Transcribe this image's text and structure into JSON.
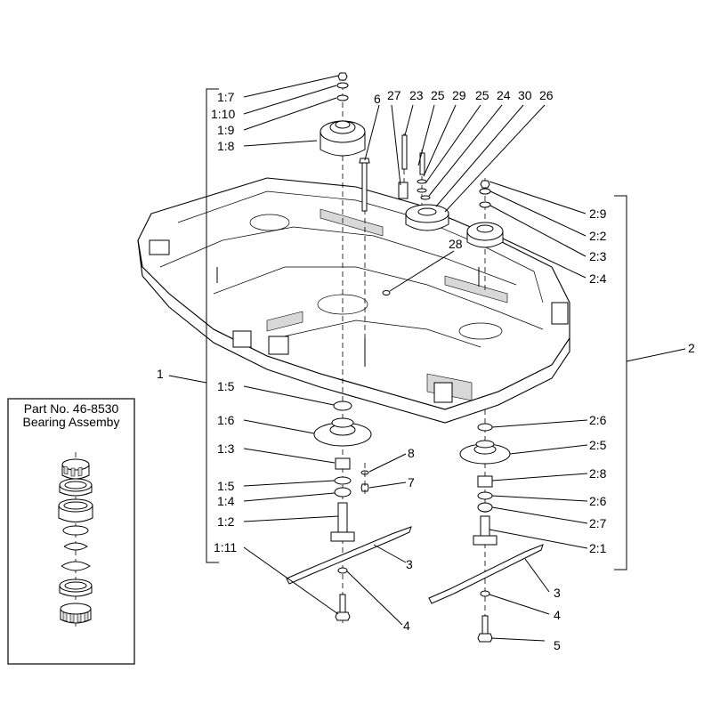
{
  "inset": {
    "title_line1": "Part No. 46-8530",
    "title_line2": "Bearing Assemby"
  },
  "labels": {
    "l_1_7": "1:7",
    "l_1_10": "1:10",
    "l_1_9": "1:9",
    "l_1_8": "1:8",
    "l_6": "6",
    "l_27": "27",
    "l_23": "23",
    "l_25a": "25",
    "l_29": "29",
    "l_25b": "25",
    "l_24": "24",
    "l_30": "30",
    "l_26": "26",
    "l_2_9": "2:9",
    "l_2_2": "2:2",
    "l_2_3": "2:3",
    "l_2_4": "2:4",
    "l_28": "28",
    "l_2": "2",
    "l_1": "1",
    "l_1_5a": "1:5",
    "l_1_6": "1:6",
    "l_1_3": "1:3",
    "l_1_5b": "1:5",
    "l_1_4": "1:4",
    "l_1_2": "1:2",
    "l_1_11": "1:11",
    "l_8": "8",
    "l_7": "7",
    "l_3a": "3",
    "l_4a": "4",
    "l_2_6a": "2:6",
    "l_2_5": "2:5",
    "l_2_8": "2:8",
    "l_2_6b": "2:6",
    "l_2_7": "2:7",
    "l_2_1": "2:1",
    "l_3b": "3",
    "l_4b": "4",
    "l_5": "5"
  }
}
